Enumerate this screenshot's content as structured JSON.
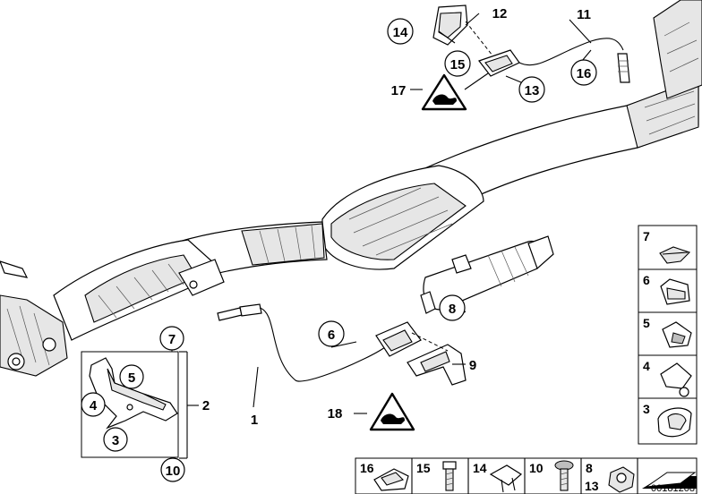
{
  "callouts": {
    "c1": "1",
    "c2": "2",
    "c3": "3",
    "c4": "4",
    "c5": "5",
    "c6": "6",
    "c7": "7",
    "c8": "8",
    "c9": "9",
    "c10": "10",
    "c11": "11",
    "c12": "12",
    "c13": "13",
    "c14": "14",
    "c15": "15",
    "c16": "16",
    "c17": "17",
    "c18": "18"
  },
  "legend_right": {
    "i7": "7",
    "i6": "6",
    "i5": "5",
    "i4": "4",
    "i3": "3"
  },
  "legend_bottom": {
    "i16": "16",
    "i15": "15",
    "i14": "14",
    "i10": "10",
    "i8": "8",
    "i13": "13"
  },
  "drawing_number": "00181208"
}
